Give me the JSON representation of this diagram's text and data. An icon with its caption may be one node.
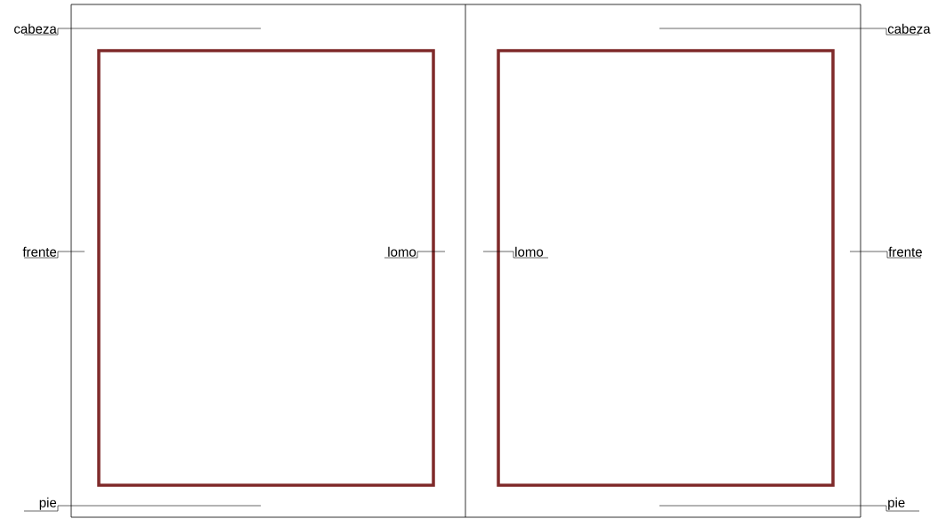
{
  "diagram": {
    "nodes": [
      {
        "text": [
          "cabeza"
        ]
      },
      {
        "text": [
          "cabeza"
        ]
      },
      {
        "text": [
          "frente"
        ]
      },
      {
        "text": [
          "lomo"
        ]
      },
      {
        "text": [
          "lomo"
        ]
      },
      {
        "text": [
          "frente"
        ]
      },
      {
        "text": [
          "pie"
        ]
      },
      {
        "text": [
          "pie"
        ]
      }
    ],
    "edges": [
      {
        "from": 0,
        "to": null,
        "arrow": "none"
      },
      {
        "from": 1,
        "to": null,
        "arrow": "none"
      },
      {
        "from": 2,
        "to": null,
        "arrow": "none"
      },
      {
        "from": 3,
        "to": null,
        "arrow": "none"
      },
      {
        "from": 4,
        "to": null,
        "arrow": "none"
      },
      {
        "from": 5,
        "to": null,
        "arrow": "none"
      },
      {
        "from": 6,
        "to": null,
        "arrow": "none"
      },
      {
        "from": 7,
        "to": null,
        "arrow": "none"
      }
    ]
  }
}
